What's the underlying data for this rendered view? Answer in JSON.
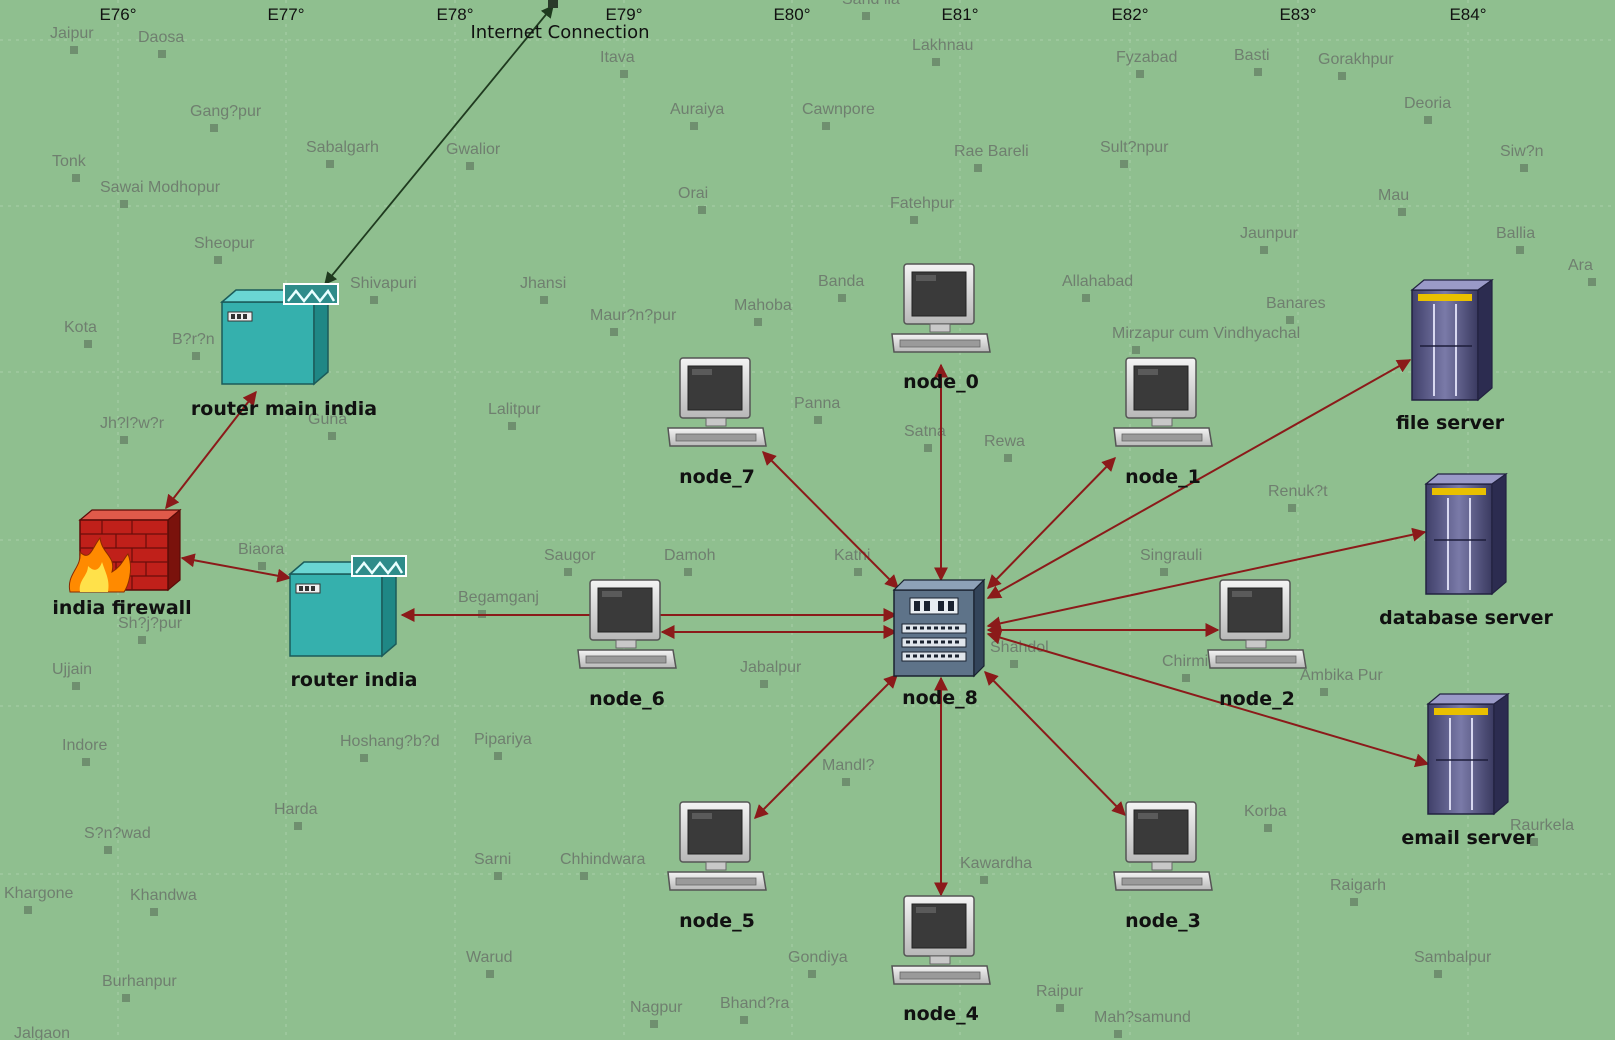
{
  "colors": {
    "map_bg": "#8fbf8f",
    "link": "#8b1a1a",
    "internet_link": "#1f3a1f",
    "router": "#3bb3b0",
    "firewall": "#c0201a",
    "server": "#5a5a8a"
  },
  "longitudes": [
    "E76°",
    "E77°",
    "E78°",
    "E79°",
    "E80°",
    "E81°",
    "E82°",
    "E83°",
    "E84°"
  ],
  "cities": [
    "Jaipur",
    "Daosa",
    "Tonk",
    "Gang?pur",
    "Sabalgarh",
    "Gwalior",
    "Sawai Modhopur",
    "Sheopur",
    "Shivapuri",
    "Kota",
    "B?r?n",
    "Jh?l?w?r",
    "Guna",
    "Lalitpur",
    "Jhansi",
    "Maur?n?pur",
    "Mahoba",
    "Panna",
    "Banda",
    "Orai",
    "Itava",
    "Auraiya",
    "Cawnpore",
    "Lakhnau",
    "Rae Bareli",
    "Fatehpur",
    "Sult?npur",
    "Fyzabad",
    "Basti",
    "Gorakhpur",
    "Deoria",
    "Siw?n",
    "Mau",
    "Ballia",
    "Ara",
    "Jaunpur",
    "Allahabad",
    "Banares",
    "Mirzapur cum Vindhyachal",
    "Satna",
    "Rewa",
    "Katni",
    "Damoh",
    "Saugor",
    "Biaora",
    "Begamganj",
    "Sh?j?pur",
    "Ujjain",
    "Indore",
    "Hoshang?b?d",
    "Pipariya",
    "Harda",
    "S?n?wad",
    "Khargone",
    "Khandwa",
    "Burhanpur",
    "Jalgaon",
    "Sarni",
    "Chhindwara",
    "Warud",
    "Gondiya",
    "Nagpur",
    "Bhand?ra",
    "Mandl?",
    "Jabalpur",
    "Kawardha",
    "Raipur",
    "Mah?samund",
    "Korba",
    "Raigarh",
    "Sambalpur",
    "Raurkela",
    "Singrauli",
    "Renuk?t",
    "Ambika Pur",
    "Chirmiri",
    "Shahdol",
    "Sand ila"
  ],
  "internet_label": "Internet Connection",
  "nodes": {
    "router_main": "router main india",
    "router": "router india",
    "firewall": "india firewall",
    "n0": "node_0",
    "n1": "node_1",
    "n2": "node_2",
    "n3": "node_3",
    "n4": "node_4",
    "n5": "node_5",
    "n6": "node_6",
    "n7": "node_7",
    "hub": "node_8",
    "file": "file server",
    "db": "database server",
    "email": "email server"
  }
}
